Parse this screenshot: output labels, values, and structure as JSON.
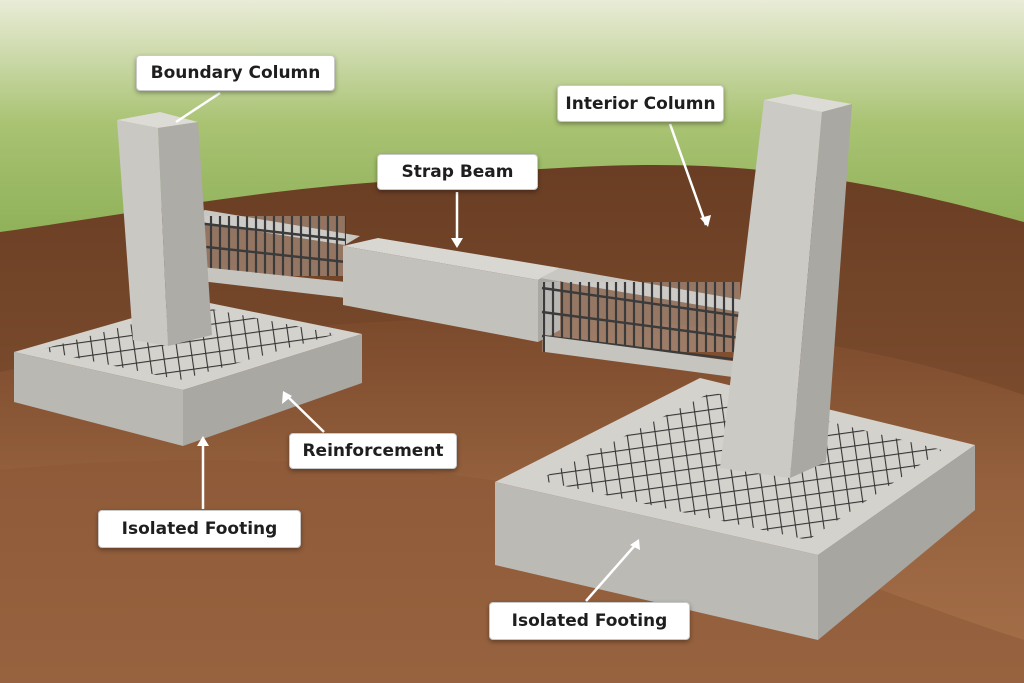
{
  "labels": {
    "boundary_column": "Boundary Column",
    "interior_column": "Interior Column",
    "strap_beam": "Strap Beam",
    "reinforcement": "Reinforcement",
    "isolated_footing_left": "Isolated Footing",
    "isolated_footing_right": "Isolated Footing"
  },
  "colors": {
    "grass": "#6f9a3a",
    "soil": "#8a5a3a",
    "concrete": "#c9c8c3",
    "rebar": "#3a3a3a",
    "label_bg": "#ffffff",
    "label_text": "#1e1e1e",
    "leader_line": "#ffffff"
  }
}
